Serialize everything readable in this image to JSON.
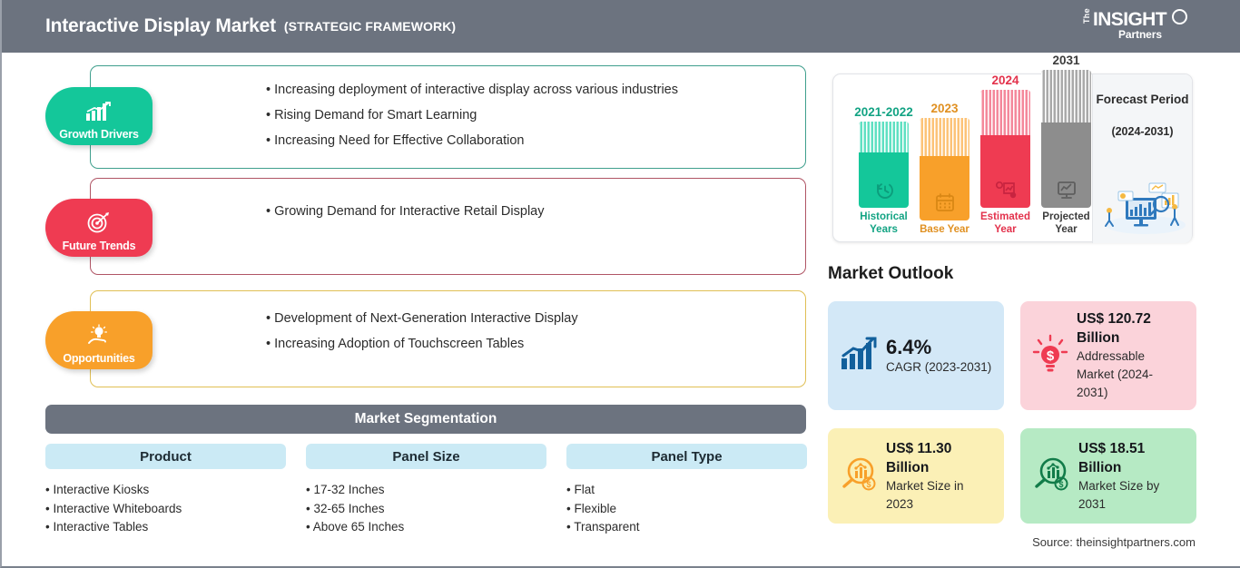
{
  "header": {
    "title": "Interactive Display Market",
    "subtitle": "(STRATEGIC FRAMEWORK)",
    "bg_color": "#6c737f",
    "logo": {
      "the": "The",
      "insight": "INSIGHT",
      "partners": "Partners"
    }
  },
  "drivers": [
    {
      "badge_label": "Growth Drivers",
      "badge_color": "#14c79a",
      "border_color": "#3f9f8d",
      "icon": "bar-chart-growth-icon",
      "bullets": [
        "Increasing deployment of interactive display across various industries",
        "Rising Demand for Smart Learning",
        "Increasing Need for Effective Collaboration"
      ]
    },
    {
      "badge_label": "Future Trends",
      "badge_color": "#ef3b52",
      "border_color": "#b05565",
      "icon": "target-dart-icon",
      "bullets": [
        "Growing Demand for Interactive Retail Display"
      ]
    },
    {
      "badge_label": "Opportunities",
      "badge_color": "#f8a02a",
      "border_color": "#e0bf54",
      "icon": "lightbulb-hand-icon",
      "bullets": [
        "Development of Next-Generation Interactive Display",
        "Increasing Adoption of Touchscreen Tables"
      ]
    }
  ],
  "segmentation": {
    "title": "Market Segmentation",
    "title_bg": "#6c737f",
    "head_bg": "#cbeaf5",
    "columns": [
      {
        "header": "Product",
        "items": [
          "Interactive Kiosks",
          "Interactive Whiteboards",
          "Interactive Tables"
        ]
      },
      {
        "header": "Panel Size",
        "items": [
          "17-32 Inches",
          "32-65 Inches",
          "Above 65 Inches"
        ]
      },
      {
        "header": "Panel Type",
        "items": [
          "Flat",
          "Flexible",
          "Transparent"
        ]
      }
    ]
  },
  "chart_data": {
    "type": "bar",
    "title": "Forecast Period",
    "categories": [
      "Historical Years",
      "Base Year",
      "Estimated Year",
      "Projected Year"
    ],
    "tick_labels": [
      "2021-2022",
      "2023",
      "2024",
      "2031"
    ],
    "values": [
      62,
      80,
      97,
      118
    ],
    "colors": [
      "#14c79a",
      "#f8a02a",
      "#ef3b52",
      "#8d8d8d"
    ],
    "icons": [
      "clock-history-icon",
      "calendar-icon",
      "estimate-gear-chart-icon",
      "projection-screen-icon"
    ],
    "forecast_period_title": "Forecast Period",
    "forecast_period_range": "(2024-2031)",
    "illustration": "data-analytics-illustration",
    "grid": false,
    "legend": "none"
  },
  "outlook": {
    "title": "Market Outlook",
    "cards": [
      {
        "value": "6.4%",
        "label": "CAGR (2023-2031)",
        "bg": "#d3e8f7",
        "icon": "bar-chart-arrow-icon",
        "icon_color": "#12609c",
        "size": "big"
      },
      {
        "value": "US$ 120.72",
        "value2": "Billion",
        "label": "Addressable Market (2024-2031)",
        "bg": "#fbd3da",
        "icon": "dollar-bulb-icon",
        "icon_color": "#ef3b52",
        "size": "small"
      },
      {
        "value": "US$ 11.30",
        "value2": "Billion",
        "label": "Market Size in 2023",
        "bg": "#fbf0b6",
        "icon": "magnifier-chart-dollar-icon",
        "icon_color": "#f8a02a",
        "size": "small"
      },
      {
        "value": "US$ 18.51",
        "value2": "Billion",
        "label": "Market Size by 2031",
        "bg": "#b6eac4",
        "icon": "magnifier-chart-dollar-icon",
        "icon_color": "#127c49",
        "size": "small"
      }
    ]
  },
  "source": "Source: theinsightpartners.com"
}
